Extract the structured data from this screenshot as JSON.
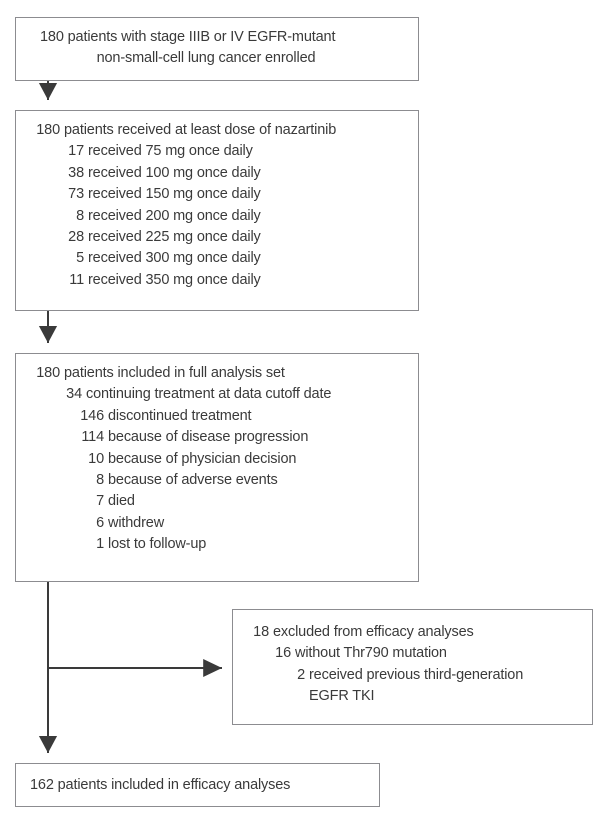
{
  "figure": {
    "type": "flow-diagram",
    "title": "CONSORT-style patient disposition flow diagram",
    "colors": {
      "border": "#8c8c90",
      "text": "#3a3a3a",
      "connector": "#3a3a3a",
      "background": "#ffffff"
    }
  },
  "boxes": {
    "enrolled": {
      "name": "enrolled",
      "lines": [
        {
          "num": "180",
          "txt": "patients with stage IIIB or IV EGFR-mutant"
        },
        {
          "num": "",
          "txt": "non-small-cell lung cancer enrolled"
        }
      ]
    },
    "dosing": {
      "name": "received-dose",
      "lines": [
        {
          "num": "180",
          "txt": "patients received at least dose of nazartinib"
        },
        {
          "num": "17",
          "txt": "received 75 mg once daily"
        },
        {
          "num": "38",
          "txt": "received 100 mg once daily"
        },
        {
          "num": "73",
          "txt": "received 150 mg once daily"
        },
        {
          "num": "8",
          "txt": "received 200 mg once daily"
        },
        {
          "num": "28",
          "txt": "received 225 mg once daily"
        },
        {
          "num": "5",
          "txt": "received 300 mg once daily"
        },
        {
          "num": "11",
          "txt": "received 350 mg once daily"
        }
      ]
    },
    "full_analysis_set": {
      "name": "full-analysis-set",
      "lines": [
        {
          "num": "180",
          "txt": "patients included in full analysis set"
        },
        {
          "num": "34",
          "txt": "continuing treatment at data cutoff date"
        },
        {
          "num": "146",
          "txt": "discontinued treatment"
        },
        {
          "num": "114",
          "txt": "because of disease progression"
        },
        {
          "num": "10",
          "txt": "because of physician decision"
        },
        {
          "num": "8",
          "txt": "because of adverse events"
        },
        {
          "num": "7",
          "txt": "died"
        },
        {
          "num": "6",
          "txt": "withdrew"
        },
        {
          "num": "1",
          "txt": "lost to follow-up"
        }
      ]
    },
    "excluded": {
      "name": "excluded-from-efficacy",
      "lines": [
        {
          "num": "18",
          "txt": "excluded from efficacy analyses"
        },
        {
          "num": "16",
          "txt": "without Thr790 mutation"
        },
        {
          "num": "2",
          "txt": "received previous third-generation"
        },
        {
          "num": "",
          "txt": "EGFR TKI"
        }
      ]
    },
    "efficacy": {
      "name": "efficacy-analyses",
      "lines": [
        {
          "num": "162",
          "txt": "patients included in efficacy analyses"
        }
      ]
    }
  },
  "connectors": [
    {
      "name": "enrolled-to-dosing",
      "kind": "arrow-down"
    },
    {
      "name": "dosing-to-full-analysis-set",
      "kind": "arrow-down"
    },
    {
      "name": "full-analysis-set-to-efficacy",
      "kind": "arrow-down"
    },
    {
      "name": "branch-to-excluded",
      "kind": "arrow-right"
    }
  ]
}
